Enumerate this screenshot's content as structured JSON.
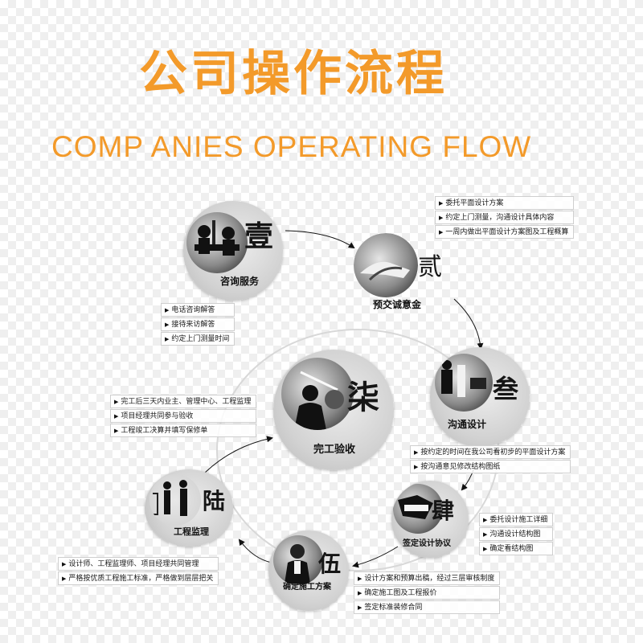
{
  "title": "公司操作流程",
  "subtitle": "COMP ANIES OPERATING FLOW",
  "steps": [
    {
      "num": "壹",
      "label": "咨询服务",
      "icon": "consulting-photo-icon"
    },
    {
      "num": "贰",
      "label": "预交诚意金",
      "icon": "handshake-photo-icon"
    },
    {
      "num": "叁",
      "label": "沟通设计",
      "icon": "office-meeting-photo-icon"
    },
    {
      "num": "肆",
      "label": "签定设计协议",
      "icon": "signing-photo-icon"
    },
    {
      "num": "伍",
      "label": "确定施工方案",
      "icon": "presenter-photo-icon"
    },
    {
      "num": "陆",
      "label": "工程监理",
      "icon": "site-supervision-photo-icon"
    },
    {
      "num": "柒",
      "label": "完工验收",
      "icon": "completion-photo-icon"
    }
  ],
  "notes": {
    "step1": [
      "电话咨询解答",
      "接待来访解答",
      "约定上门测量时间"
    ],
    "step2": [
      "委托平面设计方案",
      "约定上门测量，沟通设计具体内容",
      "一周内做出平面设计方案图及工程概算"
    ],
    "step3": [
      "按约定的时间在我公司看初步的平面设计方案",
      "按沟通意见修改结构图纸"
    ],
    "step4": [
      "委托设计施工详细",
      "沟通设计结构图",
      "确定看结构图"
    ],
    "step5": [
      "设计方案和预算出稿，经过三层审核制度",
      "确定施工图及工程报价",
      "签定标准装修合同"
    ],
    "step6": [
      "设计师、工程监理师、项目经理共同管理",
      "严格按优质工程施工标准，严格做到层层把关"
    ],
    "step7": [
      "完工后三天内业主、管理中心、工程监理",
      "项目经理共同参与验收",
      "工程竣工决算并填写保修单"
    ]
  },
  "colors": {
    "accent": "#f39a2a"
  }
}
